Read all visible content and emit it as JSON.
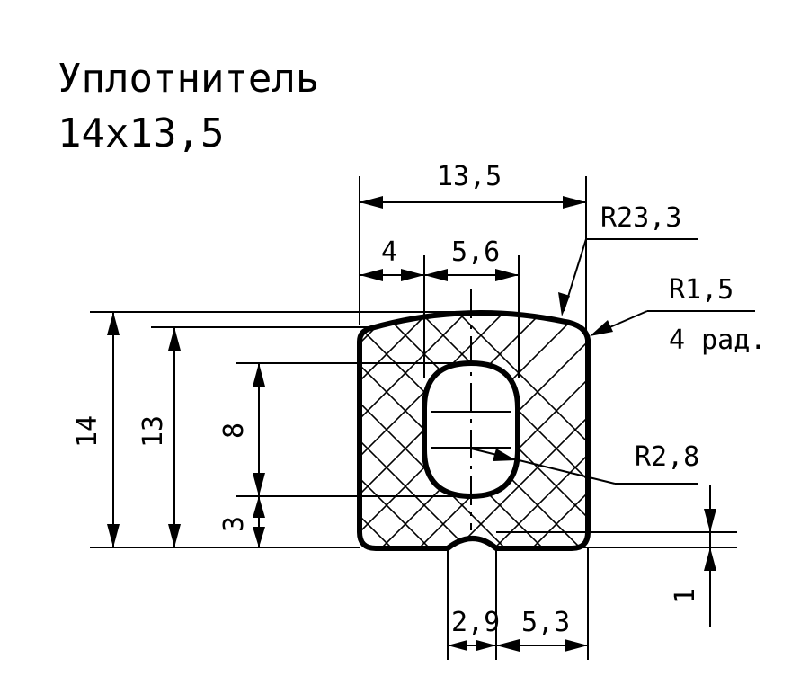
{
  "title": {
    "line1": "Уплотнитель",
    "line2": "14x13,5"
  },
  "dimensions": {
    "overall_width": "13,5",
    "top_left_offset": "4",
    "hole_width": "5,6",
    "top_radius": "R23,3",
    "corner_radius": "R1,5",
    "corner_count": "4 рад.",
    "hole_radius": "R2,8",
    "overall_height": "14",
    "inner_height": "13",
    "hole_height": "8",
    "hole_offset": "3",
    "groove_depth": "1",
    "groove_width": "2,9",
    "bottom_right_offset": "5,3"
  },
  "colors": {
    "ink": "#000000",
    "paper": "#ffffff"
  }
}
